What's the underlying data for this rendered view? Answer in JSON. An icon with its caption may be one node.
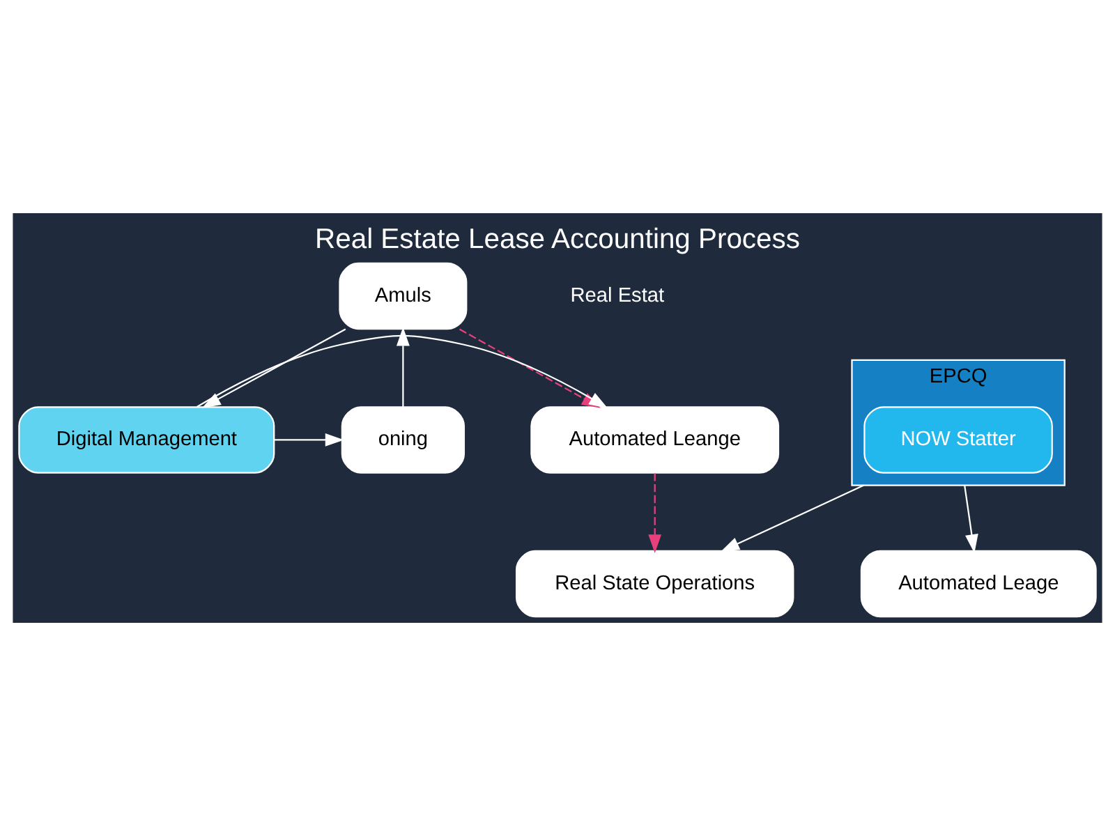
{
  "diagram": {
    "title": "Real Estate Lease Accounting Process",
    "nodes": [
      {
        "text": [
          "Amuls"
        ]
      },
      {
        "text": [
          "Automated Leange"
        ]
      },
      {
        "text": [
          "Digital Management"
        ]
      },
      {
        "text": [
          "oning"
        ]
      },
      {
        "text": [
          "EPCQ"
        ]
      },
      {
        "text": [
          "NOW Statter"
        ],
        "in": 4
      },
      {
        "text": [
          "Real State Operations"
        ]
      },
      {
        "text": [
          "Automated Leage"
        ]
      }
    ],
    "edges": [
      {
        "from": 0,
        "to": 2,
        "arrow": "to"
      },
      {
        "from": 0,
        "to": 1,
        "arrow": "to",
        "style": "dashed",
        "color": "#e8407a"
      },
      {
        "from": 1,
        "to": 6,
        "arrow": "to",
        "style": "dashed",
        "color": "#e8407a"
      },
      {
        "from": 2,
        "to": 1,
        "arrow": "to"
      },
      {
        "from": 2,
        "to": 3,
        "arrow": "to"
      },
      {
        "from": 3,
        "to": 0,
        "arrow": "to"
      },
      {
        "from": 4,
        "to": 6,
        "arrow": "to"
      },
      {
        "from": 4,
        "to": 7,
        "arrow": "to"
      }
    ],
    "labels": [
      "Real Estat"
    ]
  }
}
